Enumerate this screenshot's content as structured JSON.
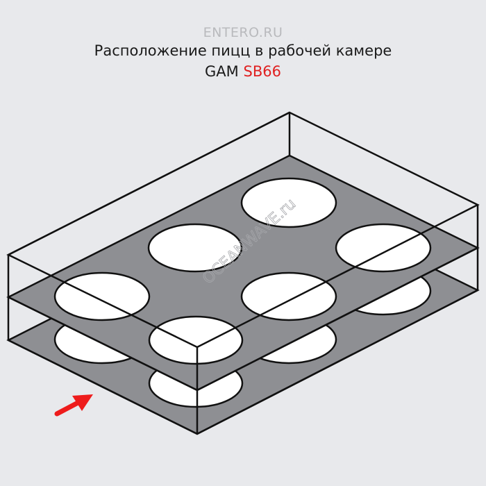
{
  "watermark": "ENTERO.RU",
  "title": {
    "line1": "Расположение пицц в рабочей камере",
    "brand": "GAM",
    "model": "SB66"
  },
  "center_watermark": "OCEANWAVE.ru",
  "colors": {
    "background": "#e8e9ec",
    "shelf": "#8e8f93",
    "pizza": "#ffffff",
    "outline": "#111111",
    "accent": "#e02020"
  },
  "diagram": {
    "shelves": 2,
    "pizzas_per_shelf": 6,
    "layout": "2 x 3 grid of round pizzas per shelf",
    "arrow": "front direction indicator (red)"
  }
}
